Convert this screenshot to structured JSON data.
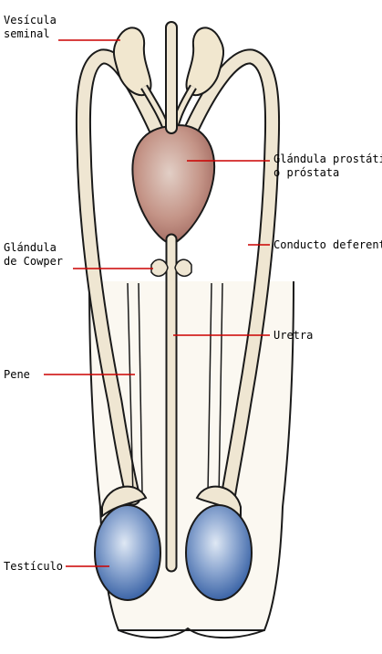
{
  "diagram": {
    "labels": {
      "vesicula_line1": "Vesícula",
      "vesicula_line2": "seminal",
      "prostata_line1": "Glándula prostática",
      "prostata_line2": "o próstata",
      "cowper_line1": "Glándula",
      "cowper_line2": "de Cowper",
      "conducto": "Conducto deferente",
      "uretra": "Uretra",
      "pene": "Pene",
      "testiculo": "Testículo"
    },
    "colors": {
      "outline": "#1a1a1a",
      "tissue": "#efe6d2",
      "prostate": "#b07a70",
      "testis": "#3f6fb2",
      "leader_line": "#cc0000"
    }
  }
}
